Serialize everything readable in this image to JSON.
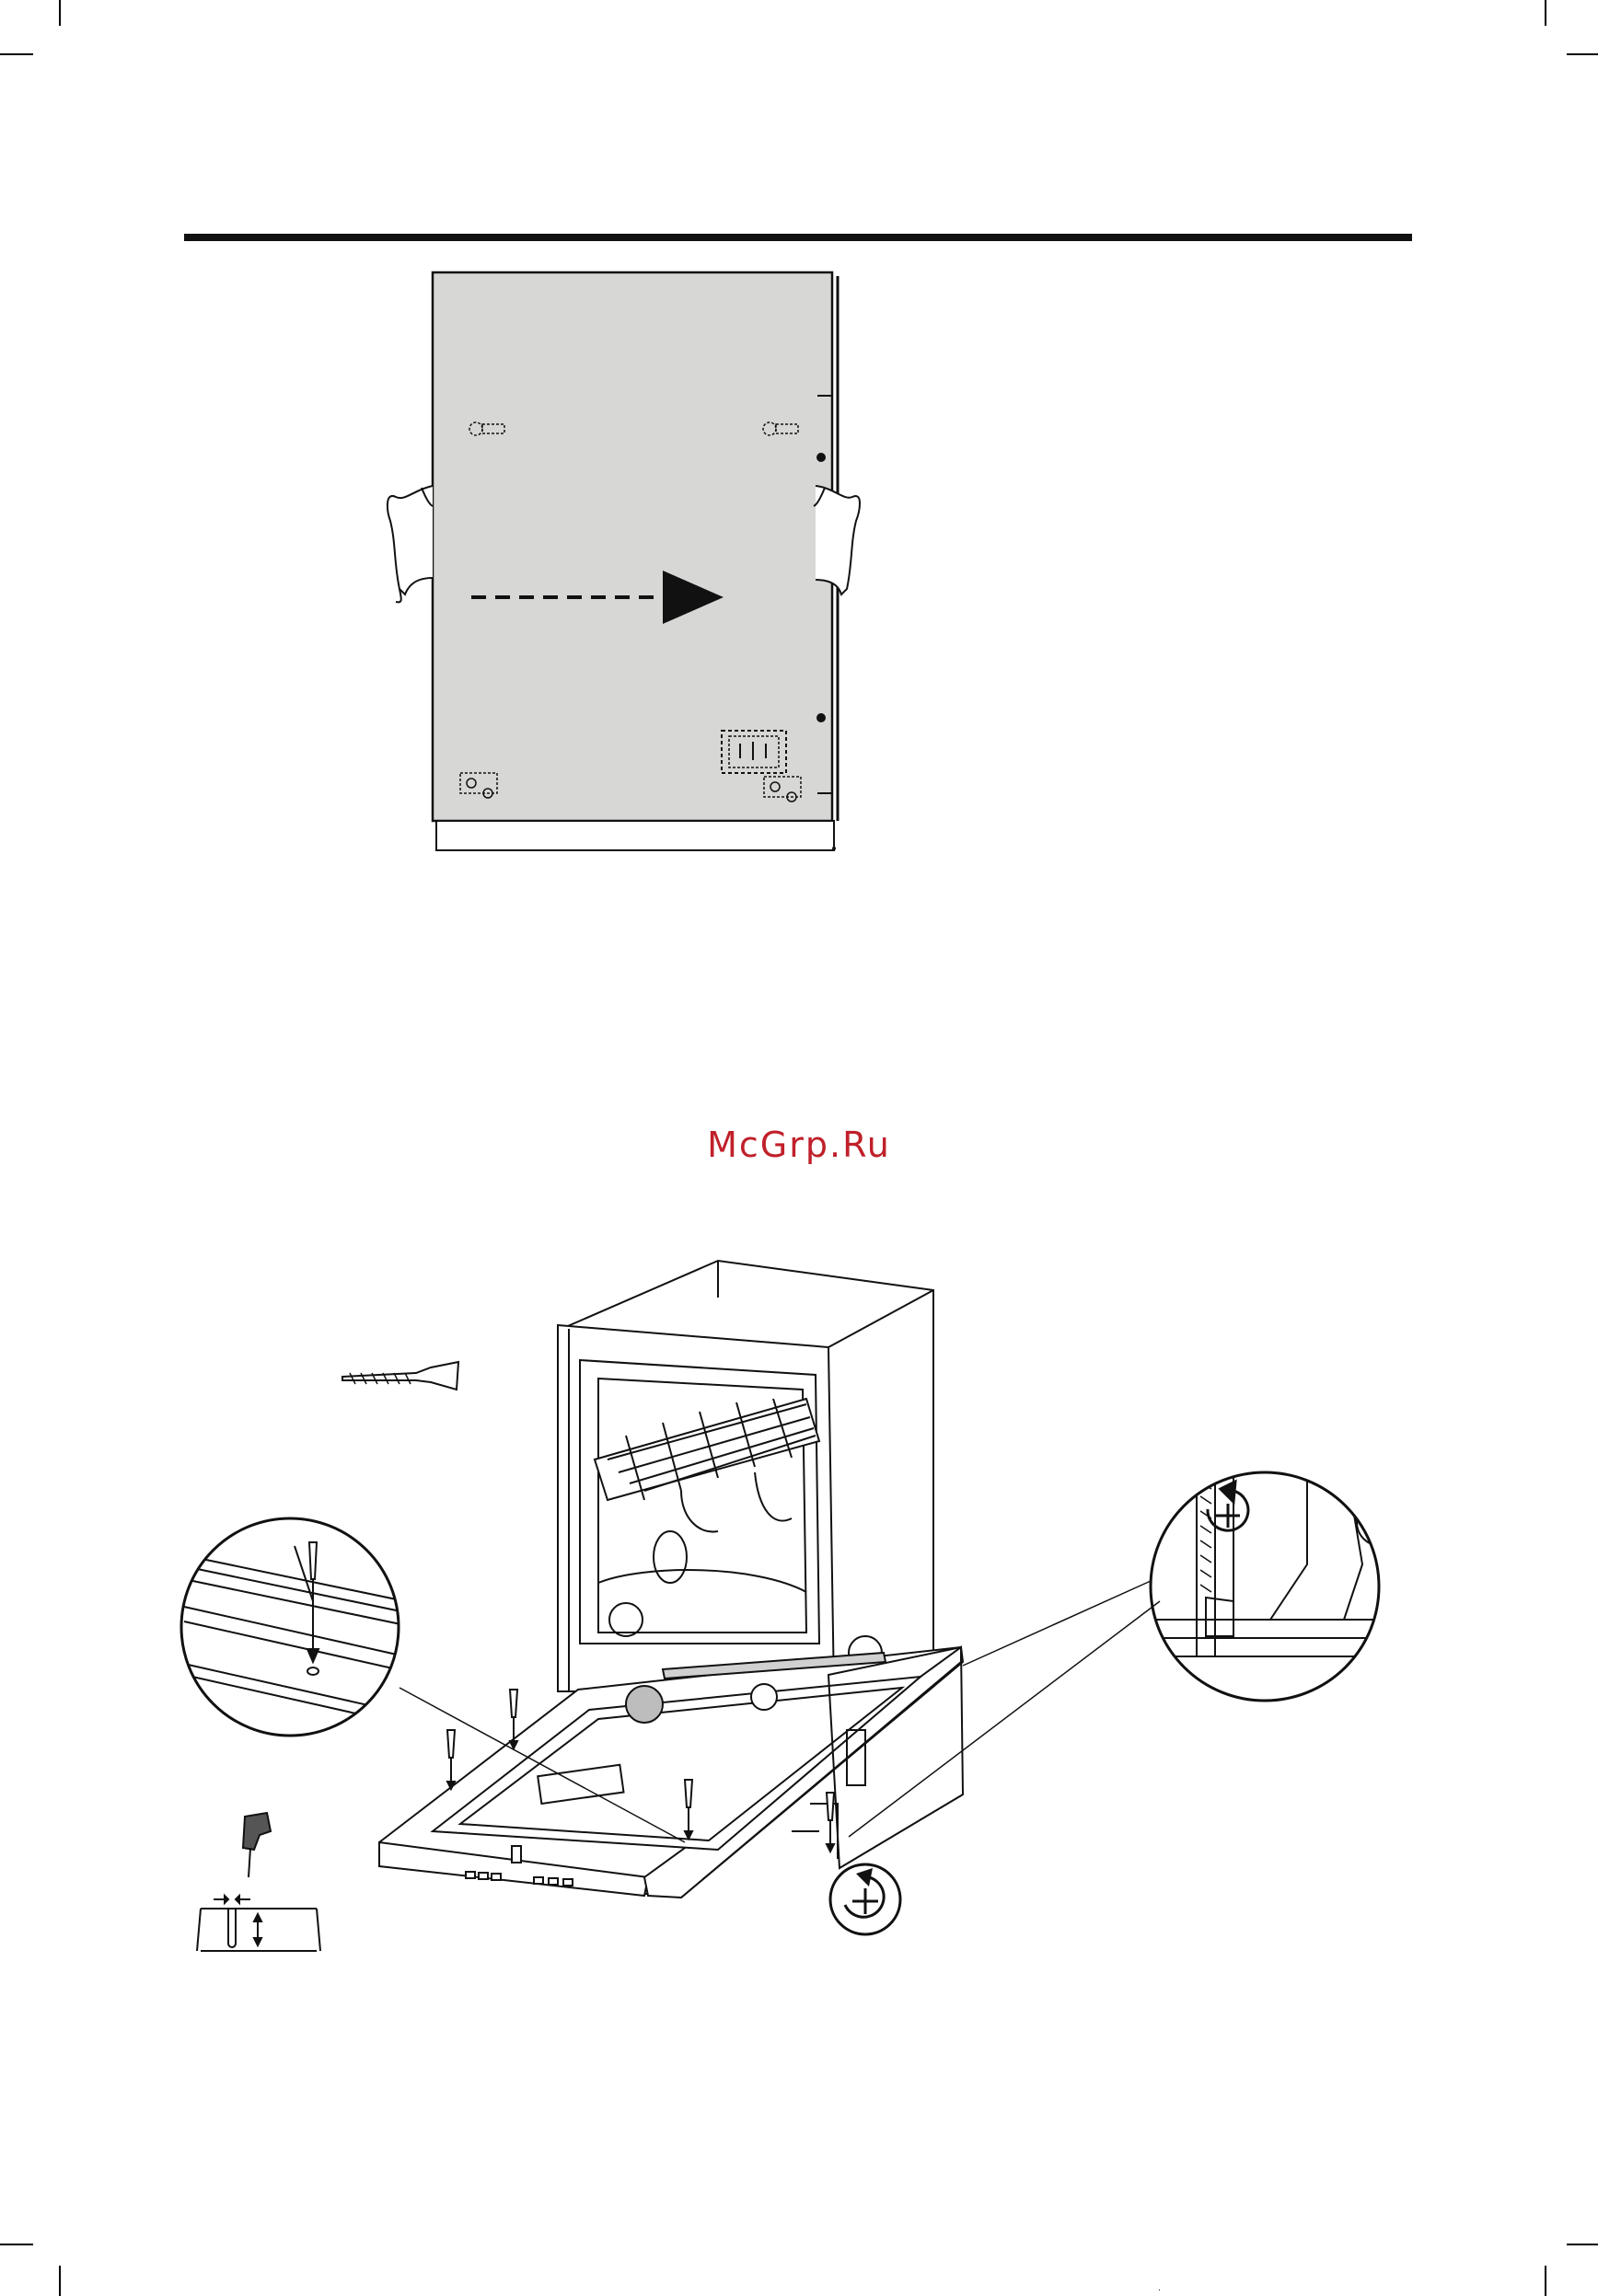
{
  "watermark": "McGrp.Ru",
  "figure_top": {
    "name": "decor-panel-mounting",
    "description_visible": false
  },
  "figure_bottom": {
    "name": "dishwasher-door-screw-fixing"
  },
  "footer_mark": "·"
}
